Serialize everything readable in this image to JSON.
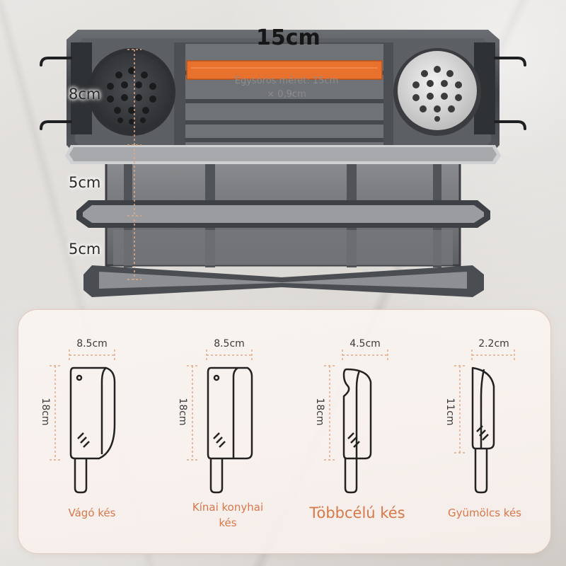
{
  "rack": {
    "width_label": "15cm",
    "slot_line1": "Egysoros méret: 15cm",
    "slot_line2": "× 0,9cm",
    "dim_top": "8cm",
    "dim_middle": "5cm",
    "dim_bottom": "5cm"
  },
  "colors": {
    "accent_orange": "#e8712e",
    "dimension_line": "#e0a988",
    "text_orange": "#d9774a"
  },
  "knives": [
    {
      "width": "8.5cm",
      "height": "18cm",
      "name_line1": "Vágó kés",
      "name_line2": ""
    },
    {
      "width": "8.5cm",
      "height": "18cm",
      "name_line1": "Kínai konyhai",
      "name_line2": "kés"
    },
    {
      "width": "4.5cm",
      "height": "18cm",
      "name_line1": "Többcélú kés",
      "name_line2": ""
    },
    {
      "width": "2.2cm",
      "height": "11cm",
      "name_line1": "Gyümölcs kés",
      "name_line2": ""
    }
  ]
}
